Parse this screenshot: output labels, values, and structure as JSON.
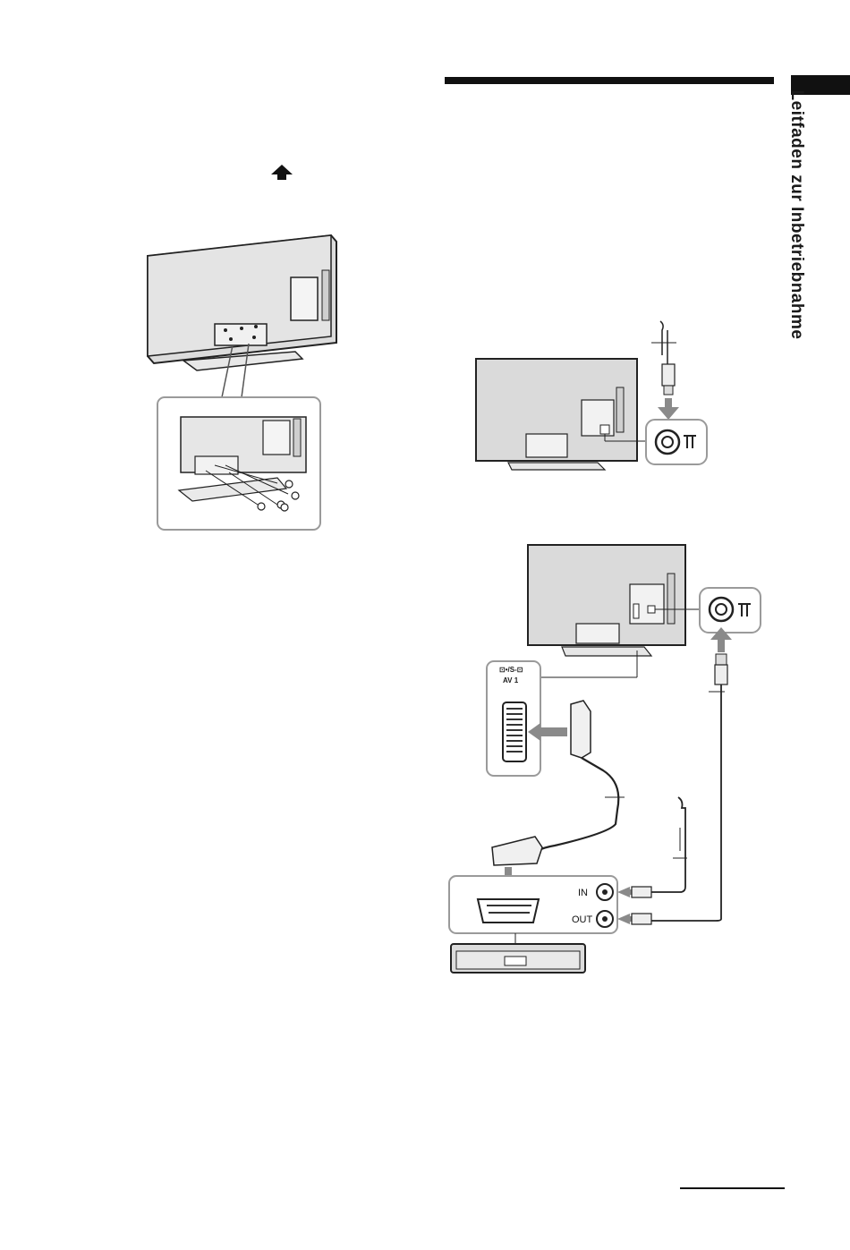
{
  "side_title": "Leitfaden zur Inbetriebnahme",
  "scart_port": {
    "label_top": "⊡•/S-⊡",
    "label_name": "AV 1"
  },
  "recorder_ports": {
    "in_label": "IN",
    "out_label": "OUT"
  },
  "icons": [
    "up-arrow-icon",
    "antenna-symbol-icon",
    "arrow-icon"
  ],
  "colors": {
    "ink": "#111111",
    "tv_grey": "#d9d9d9",
    "arrow_grey": "#8a8a8a",
    "callout_border": "#9a9a9a"
  }
}
